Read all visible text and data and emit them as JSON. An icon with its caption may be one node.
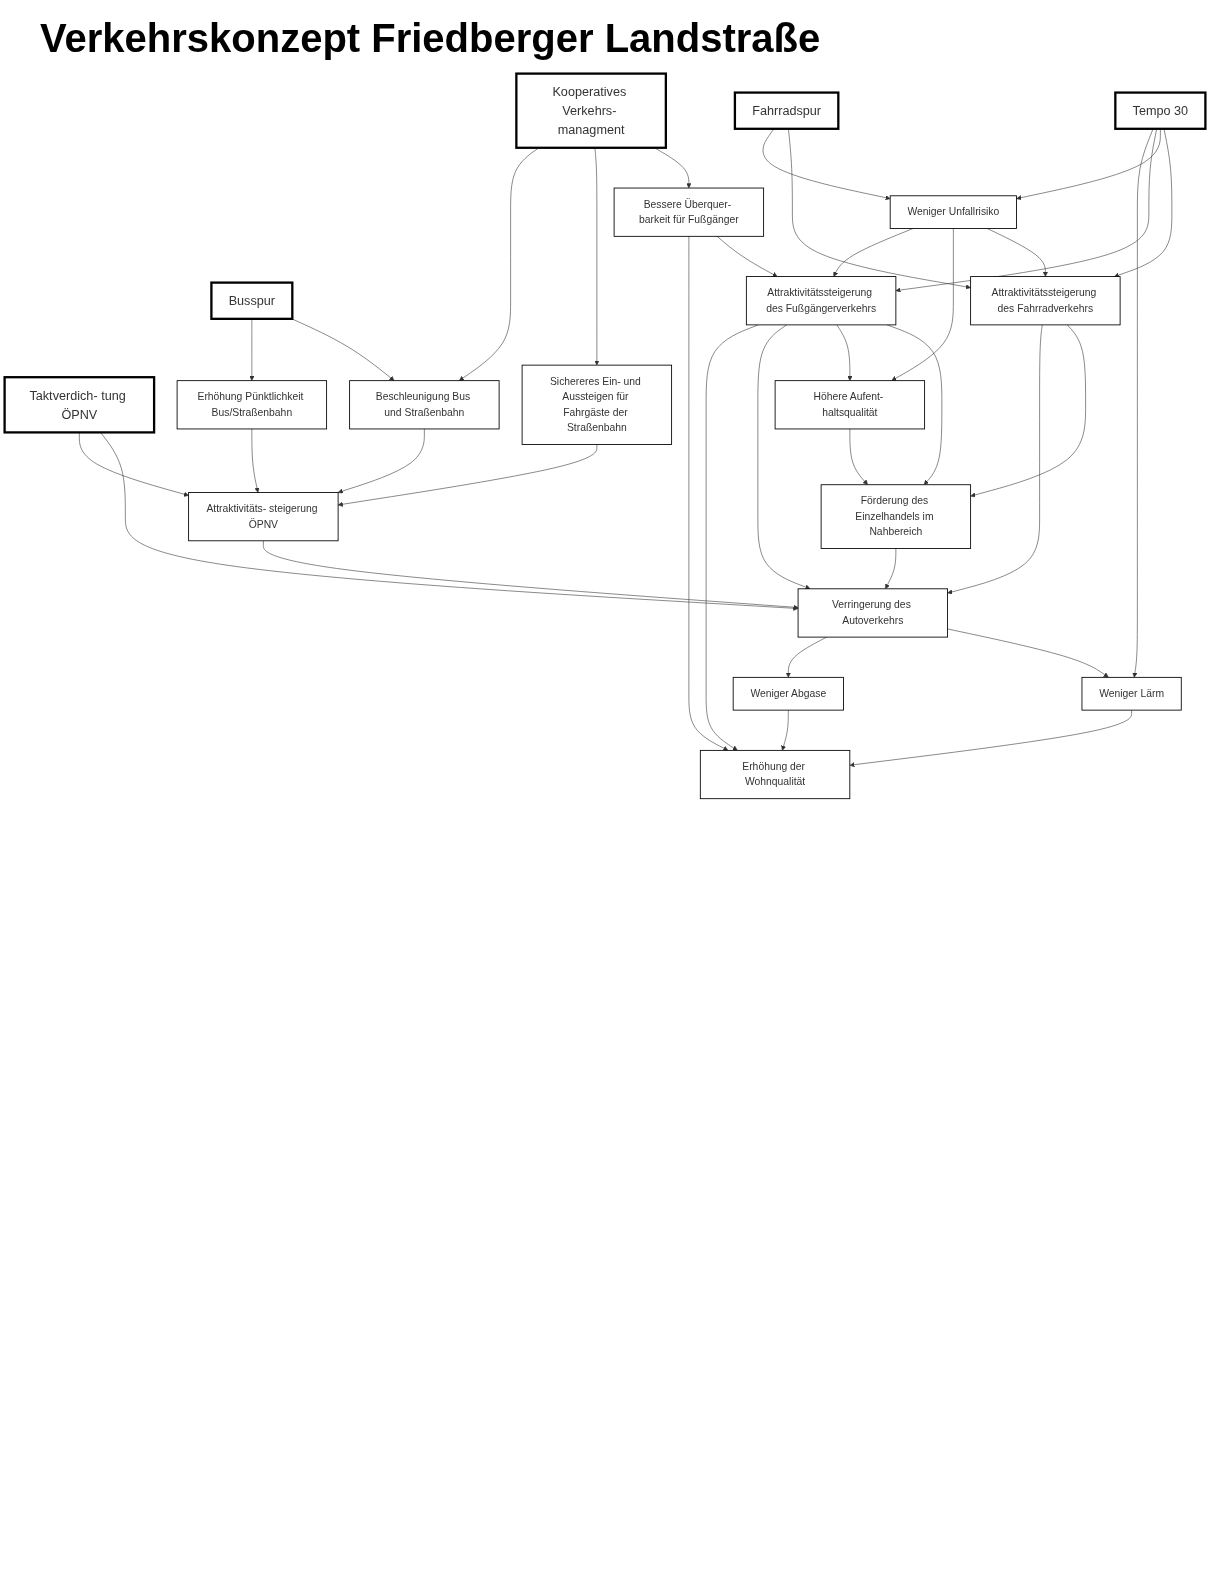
{
  "diagram": {
    "title": "Verkehrskonzept Friedberger Landstraße",
    "nodes": [
      {
        "text": [
          "Busspur"
        ]
      },
      {
        "text": [
          "Kooperatives Verkehrs- managment"
        ]
      },
      {
        "text": [
          "Taktverdich- tung ÖPNV"
        ]
      },
      {
        "text": [
          "Tempo 30"
        ]
      },
      {
        "text": [
          "Fahrradspur"
        ]
      },
      {
        "text": [
          "Erhöhung Pünktlichkeit Bus/Straßenbahn"
        ]
      },
      {
        "text": [
          "Beschleunigung Bus und Straßenbahn"
        ]
      },
      {
        "text": [
          "Attraktivitäts- steigerung ÖPNV"
        ]
      },
      {
        "text": [
          "Sichereres Ein- und Aussteigen für Fahrgäste der Straßenbahn"
        ]
      },
      {
        "text": [
          "Verringerung des Autoverkehrs"
        ]
      },
      {
        "text": [
          "Weniger Abgase"
        ]
      },
      {
        "text": [
          "Bessere Überquer- barkeit für Fußgänger"
        ]
      },
      {
        "text": [
          "Weniger Lärm"
        ]
      },
      {
        "text": [
          "Erhöhung der Wohnqualität"
        ]
      },
      {
        "text": [
          "Attraktivitätssteigerung des Fußgängerverkehrs"
        ]
      },
      {
        "text": [
          "Höhere Aufent- haltsqualität"
        ]
      },
      {
        "text": [
          "Weniger Unfallrisiko"
        ]
      },
      {
        "text": [
          "Förderung des Einzelhandels im Nahbereich"
        ]
      },
      {
        "text": [
          "Attraktivitätssteigerung des Fahrradverkehrs"
        ]
      }
    ],
    "edges": [
      {
        "from": 0,
        "to": 5,
        "arrow": "to"
      },
      {
        "from": 0,
        "to": 6,
        "arrow": "to"
      },
      {
        "from": 1,
        "to": 6,
        "arrow": "to"
      },
      {
        "from": 1,
        "to": 8,
        "arrow": "to"
      },
      {
        "from": 1,
        "to": 11,
        "arrow": "to"
      },
      {
        "from": 5,
        "to": 7,
        "arrow": "to"
      },
      {
        "from": 6,
        "to": 7,
        "arrow": "to"
      },
      {
        "from": 8,
        "to": 7,
        "arrow": "to"
      },
      {
        "from": 2,
        "to": 7,
        "arrow": "to"
      },
      {
        "from": 2,
        "to": 9,
        "arrow": "to"
      },
      {
        "from": 7,
        "to": 9,
        "arrow": "to"
      },
      {
        "from": 9,
        "to": 10,
        "arrow": "to"
      },
      {
        "from": 9,
        "to": 12,
        "arrow": "to"
      },
      {
        "from": 10,
        "to": 13,
        "arrow": "to"
      },
      {
        "from": 12,
        "to": 13,
        "arrow": "to"
      },
      {
        "from": 11,
        "to": 13,
        "arrow": "to"
      },
      {
        "from": 11,
        "to": 14,
        "arrow": "to"
      },
      {
        "from": 14,
        "to": 13,
        "arrow": "to"
      },
      {
        "from": 14,
        "to": 9,
        "arrow": "to"
      },
      {
        "from": 18,
        "to": 9,
        "arrow": "to"
      },
      {
        "from": 17,
        "to": 9,
        "arrow": "to"
      },
      {
        "from": 3,
        "to": 12,
        "arrow": "to"
      },
      {
        "from": 3,
        "to": 14,
        "arrow": "to"
      },
      {
        "from": 3,
        "to": 16,
        "arrow": "to"
      },
      {
        "from": 3,
        "to": 18,
        "arrow": "to"
      },
      {
        "from": 14,
        "to": 15,
        "arrow": "to"
      },
      {
        "from": 14,
        "to": 17,
        "arrow": "to"
      },
      {
        "from": 16,
        "to": 14,
        "arrow": "to"
      },
      {
        "from": 16,
        "to": 15,
        "arrow": "to"
      },
      {
        "from": 16,
        "to": 18,
        "arrow": "to"
      },
      {
        "from": 15,
        "to": 17,
        "arrow": "to"
      },
      {
        "from": 4,
        "to": 16,
        "arrow": "to"
      },
      {
        "from": 4,
        "to": 18,
        "arrow": "to"
      },
      {
        "from": 18,
        "to": 17,
        "arrow": "to"
      }
    ]
  }
}
